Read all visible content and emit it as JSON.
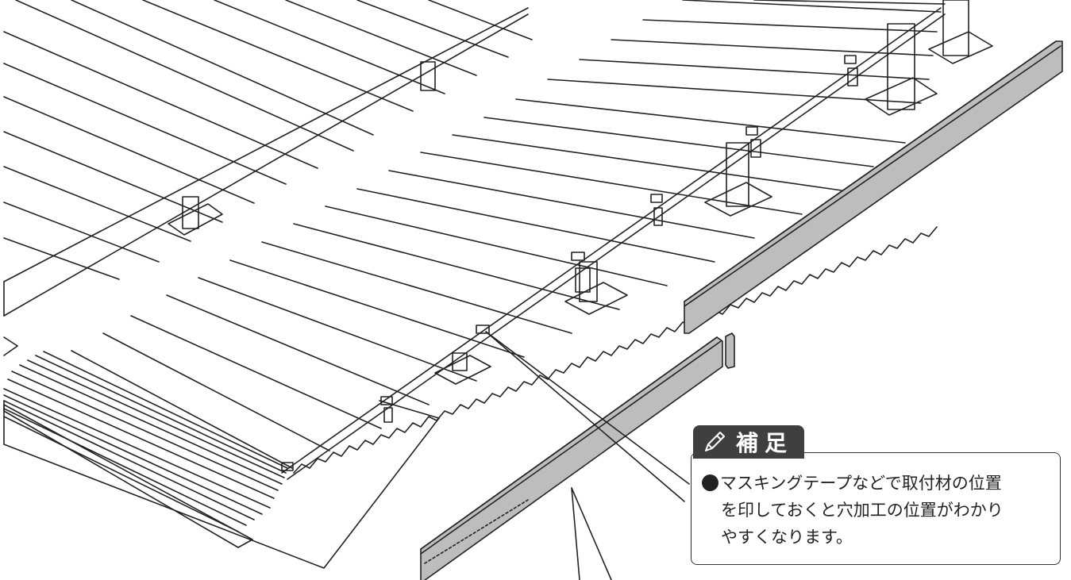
{
  "note": {
    "title": "補足",
    "icon": "pencil-icon",
    "line1": "マスキングテープなどで取付材の位置",
    "line2": "を印しておくと穴加工の位置がわかり",
    "line3": "やすくなります。"
  },
  "colors": {
    "line": "#222222",
    "panel_gray": "#bdbdbd",
    "tab_bg": "#3f3f3f"
  }
}
